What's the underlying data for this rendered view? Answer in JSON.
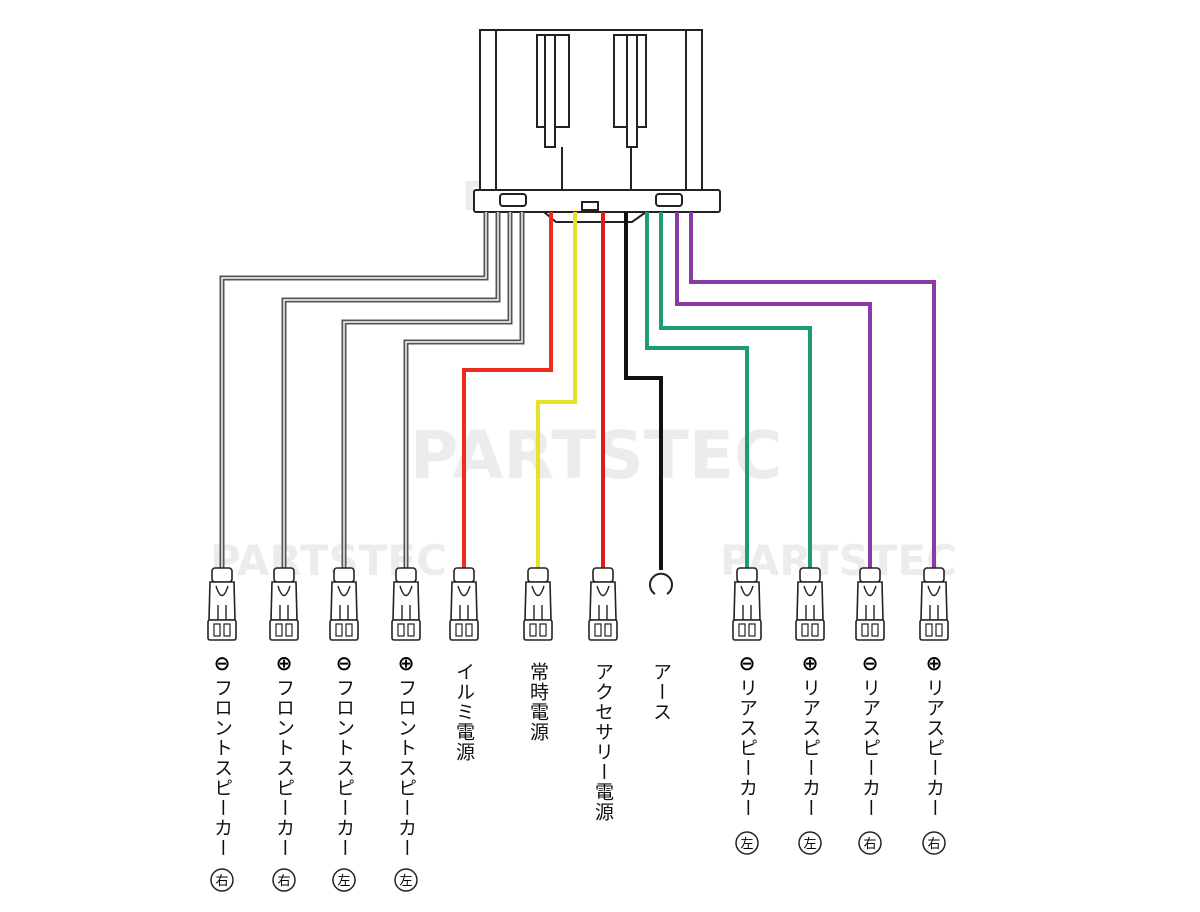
{
  "watermark": "PARTSTEC",
  "wires": [
    {
      "id": "w1",
      "color": "#707070",
      "symbol": "⊖",
      "label": "フロントスピーカー",
      "side": "右"
    },
    {
      "id": "w2",
      "color": "#707070",
      "symbol": "⊕",
      "label": "フロントスピーカー",
      "side": "右"
    },
    {
      "id": "w3",
      "color": "#707070",
      "symbol": "⊖",
      "label": "フロントスピーカー",
      "side": "左"
    },
    {
      "id": "w4",
      "color": "#707070",
      "symbol": "⊕",
      "label": "フロントスピーカー",
      "side": "左"
    },
    {
      "id": "w5",
      "color": "#ee2b1c",
      "symbol": "",
      "label": "イルミ電源",
      "side": ""
    },
    {
      "id": "w6",
      "color": "#e6e22a",
      "symbol": "",
      "label": "常時電源",
      "side": ""
    },
    {
      "id": "w7",
      "color": "#dd1c1c",
      "symbol": "",
      "label": "アクセサリー電源",
      "side": ""
    },
    {
      "id": "w8",
      "color": "#111111",
      "symbol": "",
      "label": "アース",
      "side": ""
    },
    {
      "id": "w9",
      "color": "#1e9e6e",
      "symbol": "⊖",
      "label": "リアスピーカー",
      "side": "左"
    },
    {
      "id": "w10",
      "color": "#1e9e6e",
      "symbol": "⊕",
      "label": "リアスピーカー",
      "side": "左"
    },
    {
      "id": "w11",
      "color": "#8a3aa6",
      "symbol": "⊖",
      "label": "リアスピーカー",
      "side": "右"
    },
    {
      "id": "w12",
      "color": "#8a3aa6",
      "symbol": "⊕",
      "label": "リアスピーカー",
      "side": "右"
    }
  ]
}
